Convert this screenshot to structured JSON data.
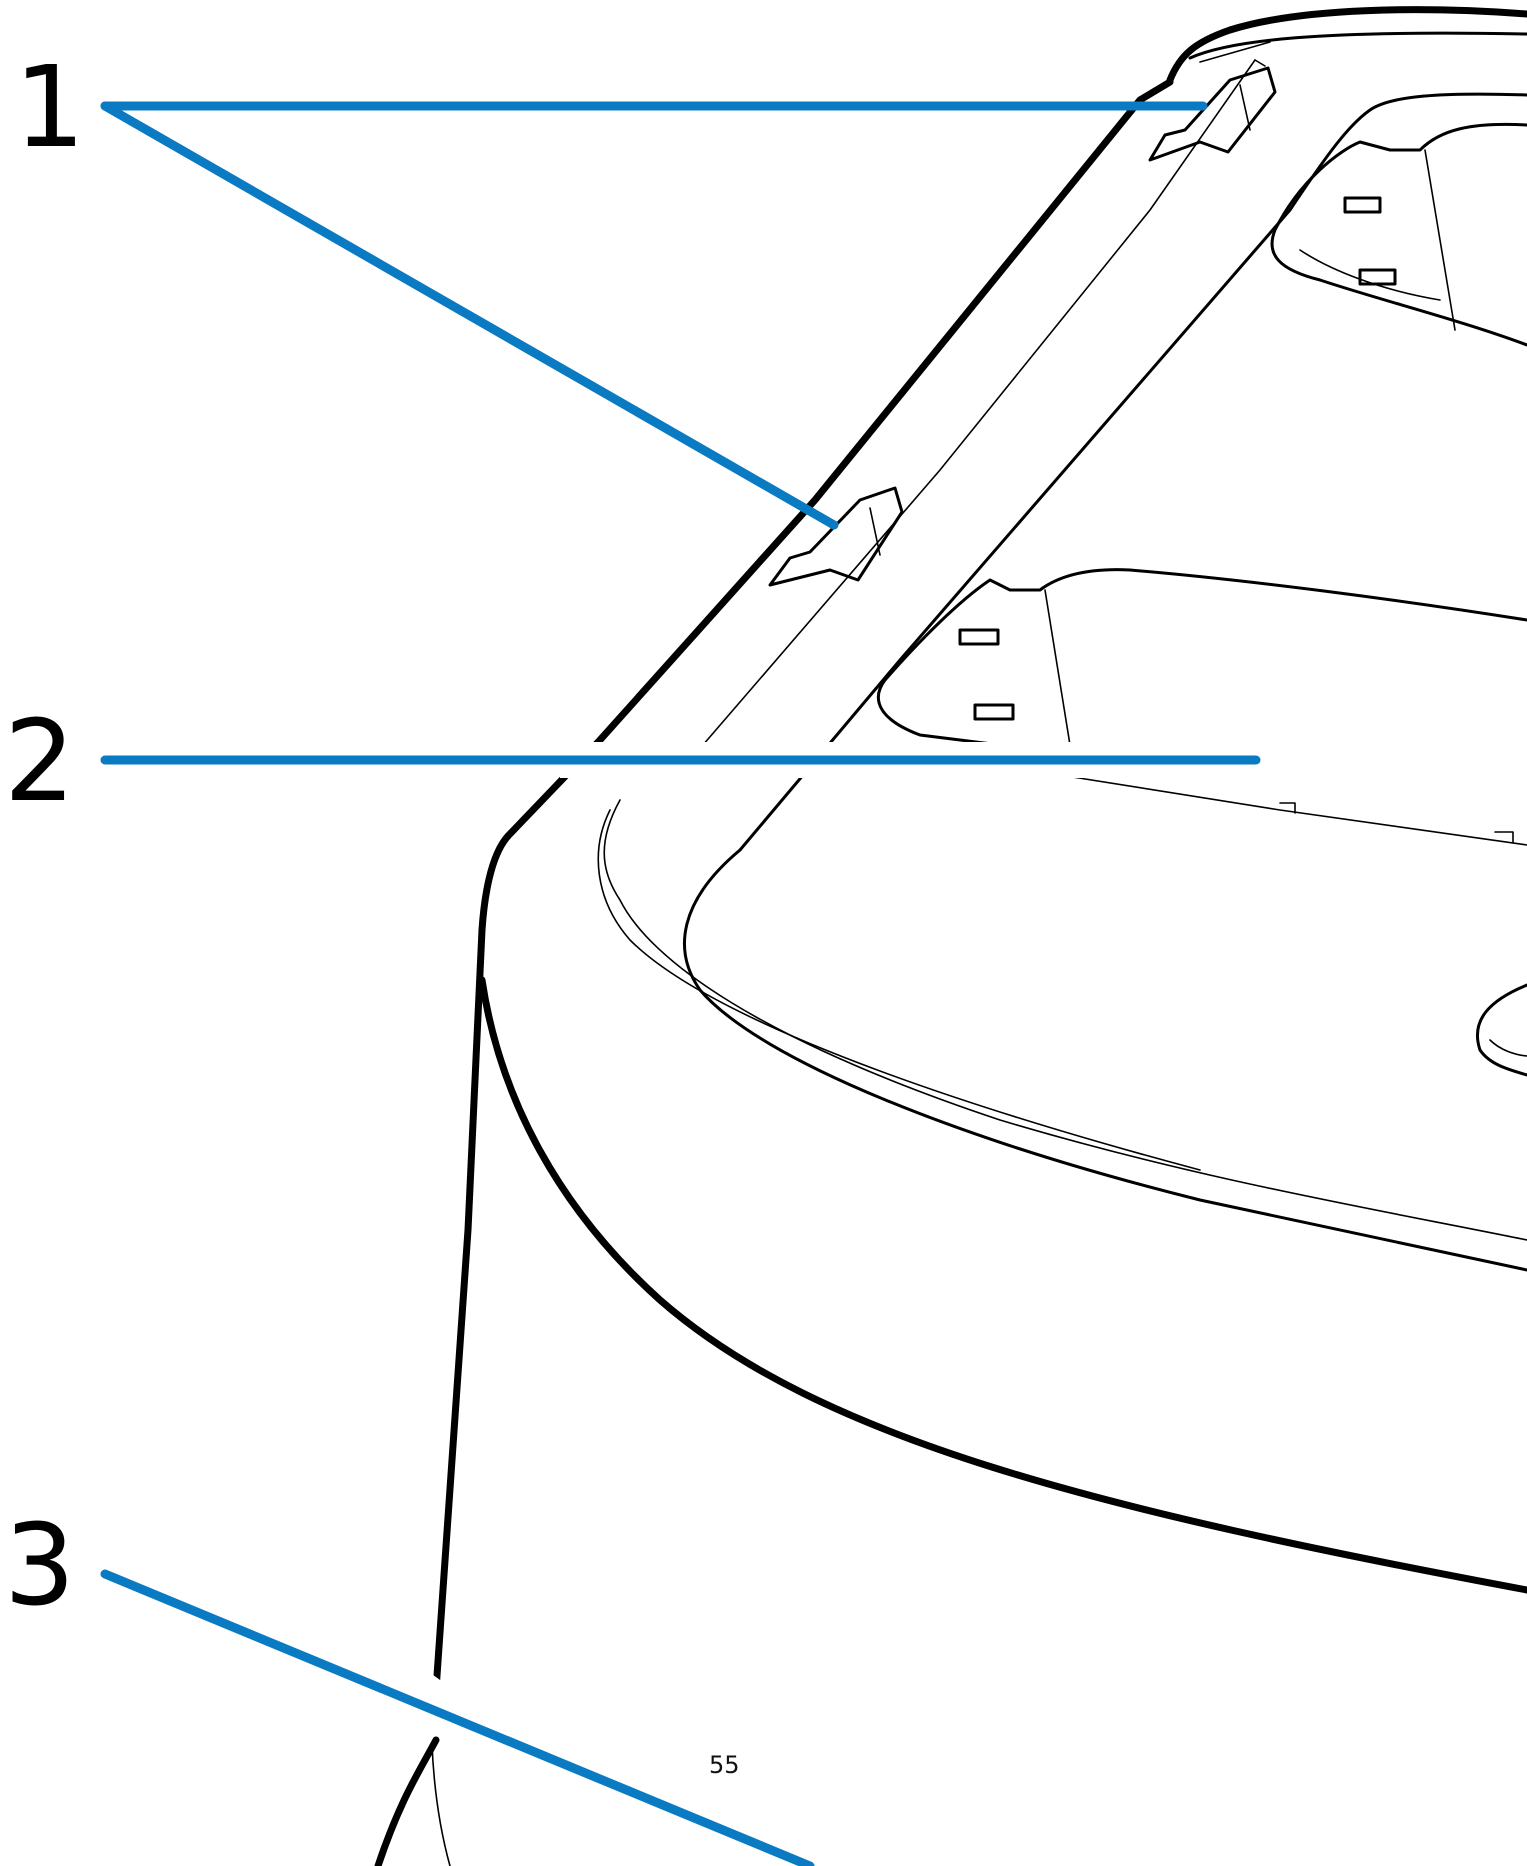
{
  "figure": {
    "callouts": [
      {
        "number": "1"
      },
      {
        "number": "2"
      },
      {
        "number": "3"
      }
    ],
    "page_number": "55",
    "colors": {
      "leader_line": "#0a7bc2",
      "outline": "#000000",
      "background": "#ffffff"
    }
  }
}
